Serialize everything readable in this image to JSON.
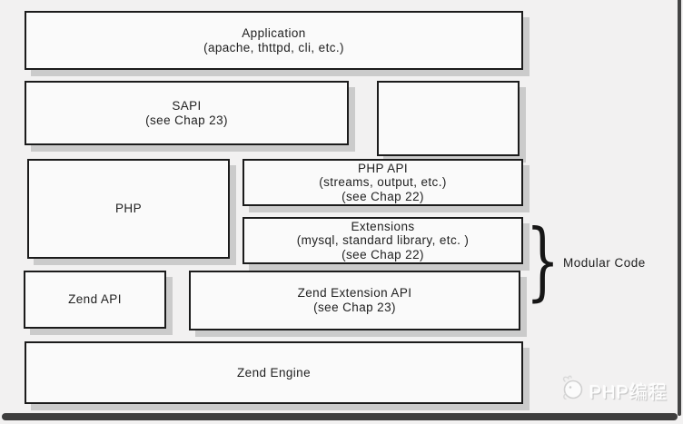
{
  "diagram": {
    "boxes": {
      "application": {
        "line1": "Application",
        "line2": "(apache, thttpd, cli, etc.)"
      },
      "sapi": {
        "line1": "SAPI",
        "line2": "(see Chap 23)"
      },
      "php": {
        "line1": "PHP"
      },
      "php_api": {
        "line1": "PHP API",
        "line2": "(streams, output, etc.)",
        "line3": "(see Chap 22)"
      },
      "extensions": {
        "line1": "Extensions",
        "line2": "(mysql, standard library, etc. )",
        "line3": "(see Chap 22)"
      },
      "zend_api": {
        "line1": "Zend API"
      },
      "zend_extension_api": {
        "line1": "Zend Extension API",
        "line2": "(see Chap 23)"
      },
      "zend_engine": {
        "line1": "Zend Engine"
      }
    },
    "annotation": {
      "brace_glyph": "}",
      "label": "Modular Code"
    },
    "watermark": {
      "text": "PHP编程"
    },
    "colors": {
      "background": "#f2f1f1",
      "box_fill": "#fafafa",
      "box_border": "#1b1b1b",
      "shadow": "#cbcbcb",
      "text": "#212121",
      "frame": "#434343",
      "watermark": "#ffffff"
    }
  }
}
